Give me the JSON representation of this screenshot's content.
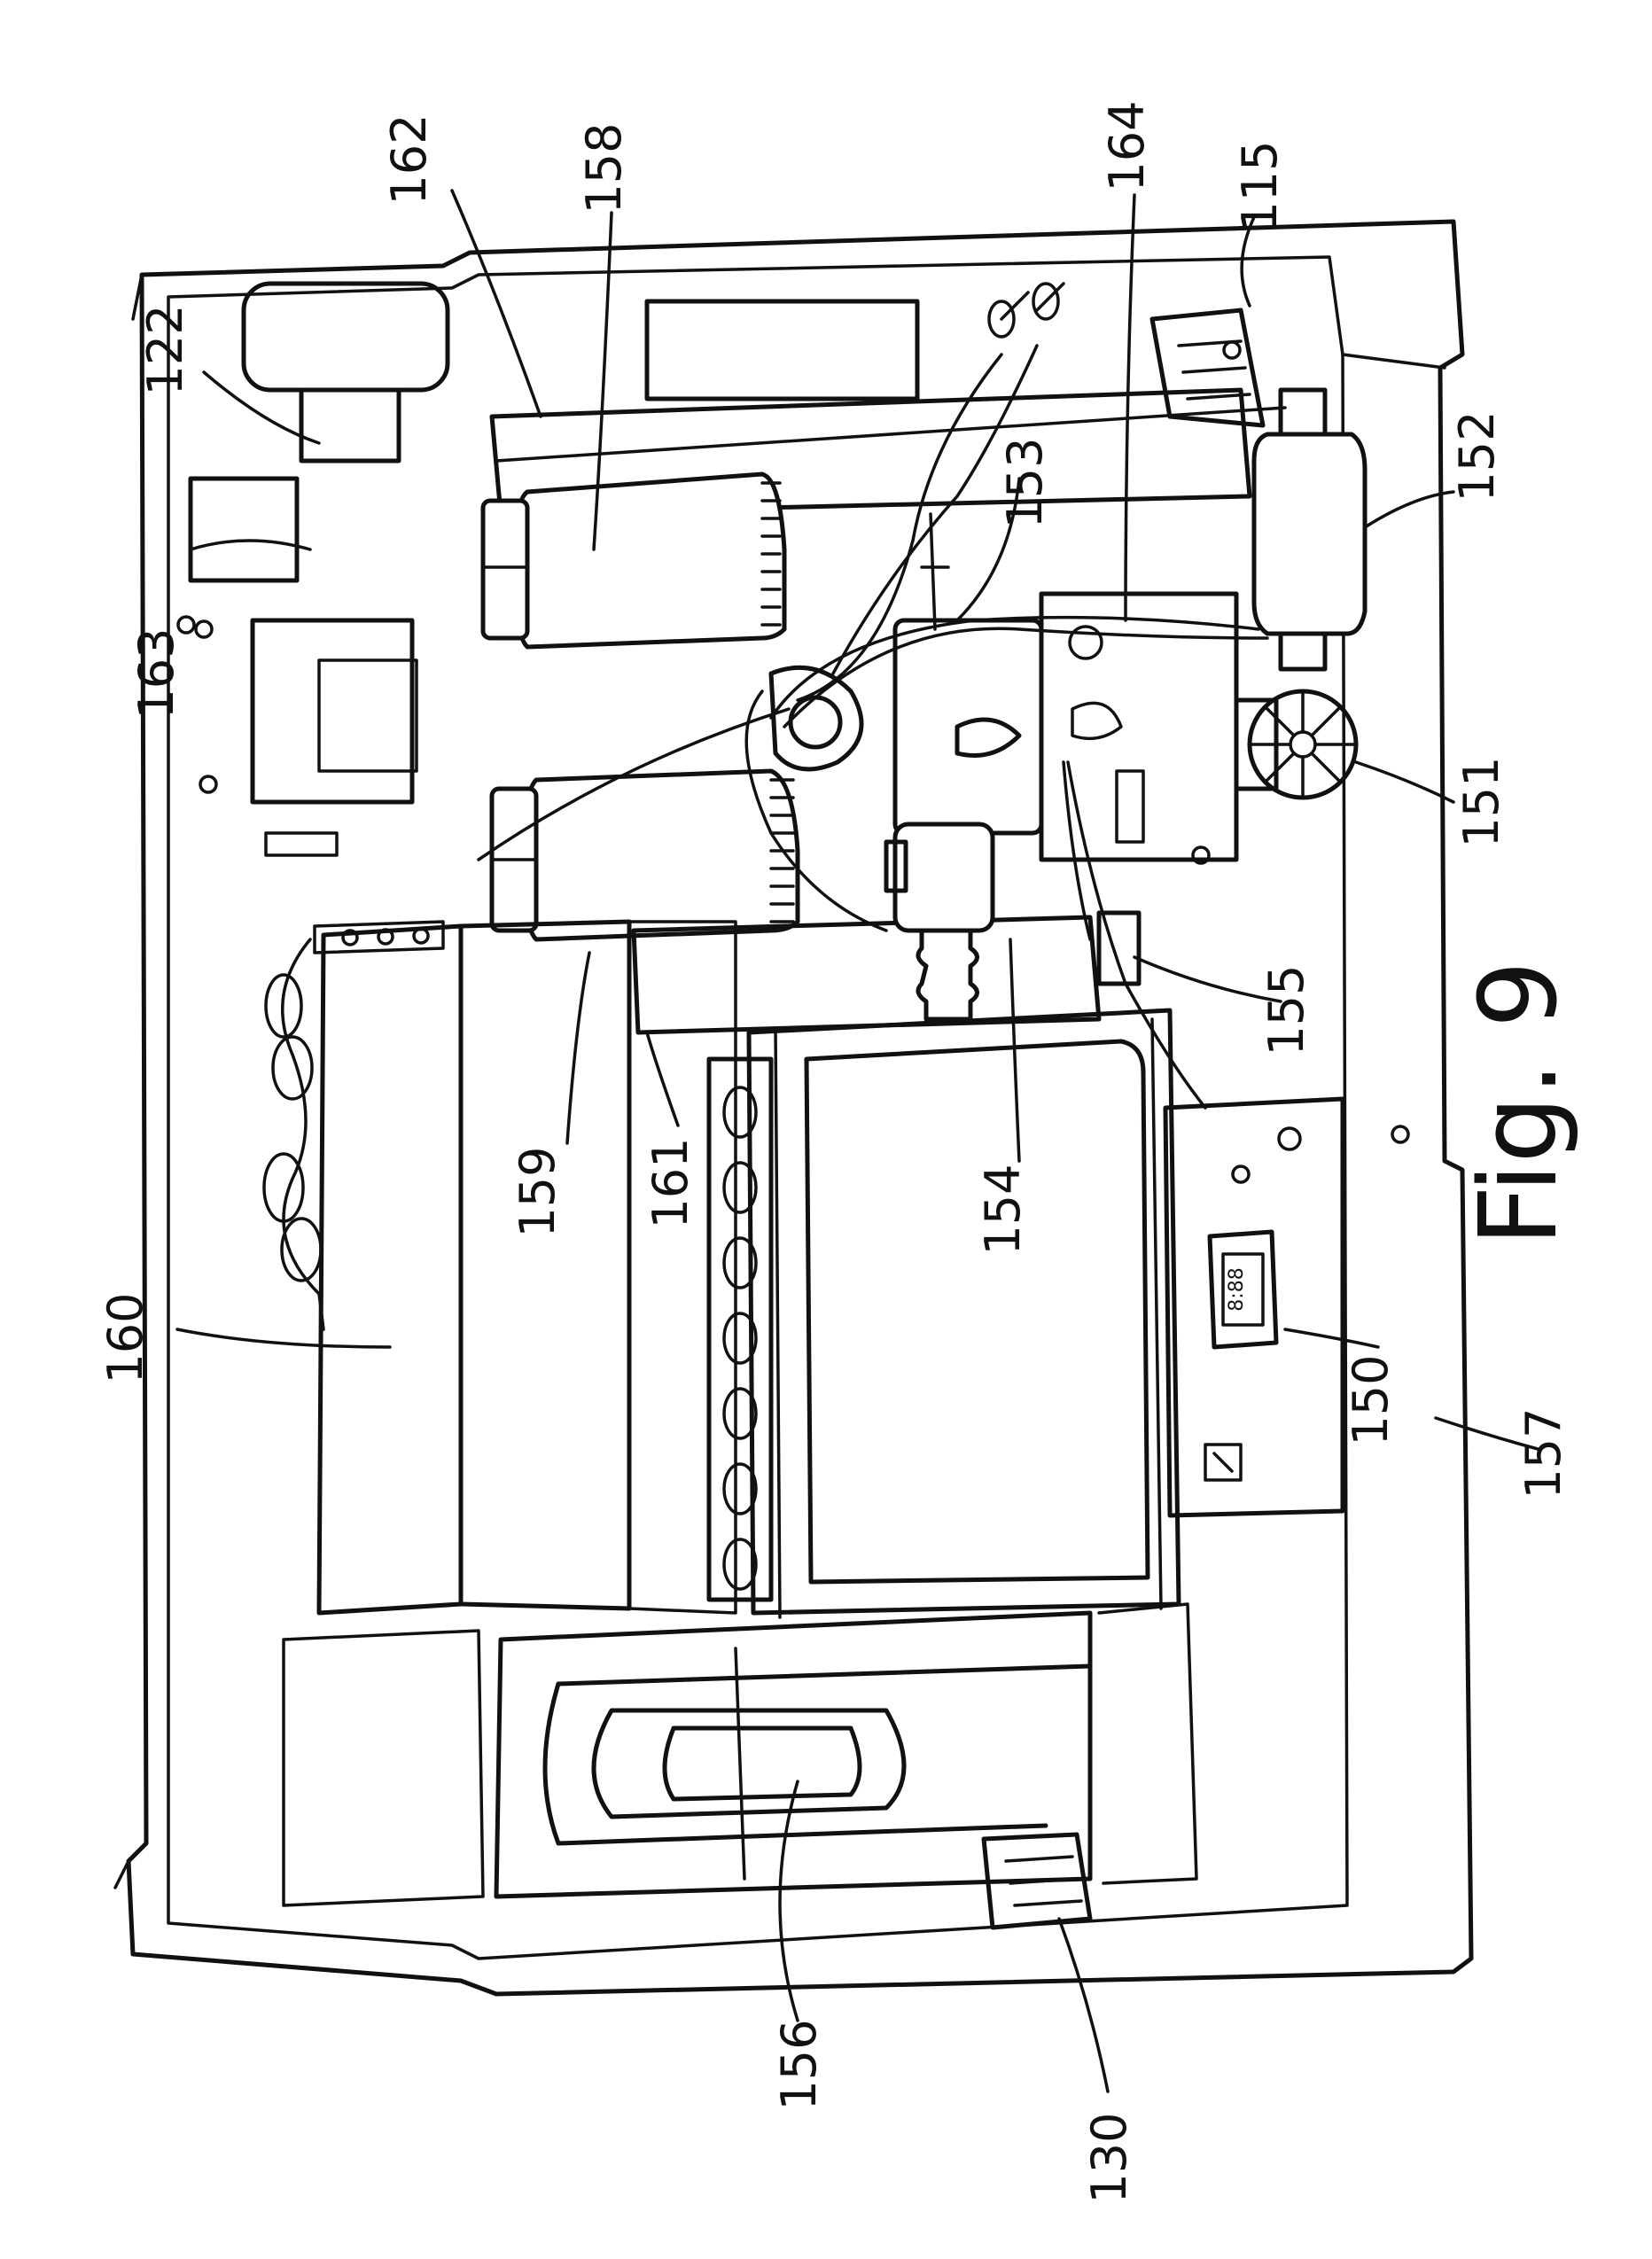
{
  "figure": {
    "caption": "Fig. 9",
    "labels": {
      "l115": "115",
      "l164": "164",
      "l162": "162",
      "l158": "158",
      "l122": "122",
      "l152": "152",
      "l153": "153",
      "l163": "163",
      "l151": "151",
      "l155": "155",
      "l159": "159",
      "l161": "161",
      "l154": "154",
      "l160": "160",
      "l150": "150",
      "l157": "157",
      "l156": "156",
      "l130": "130"
    },
    "display_readout": "8:88"
  }
}
